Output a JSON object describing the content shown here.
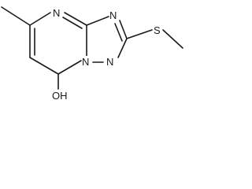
{
  "molecule": {
    "atoms": {
      "n_pyrimidine_top": "N",
      "n_triazole_right": "N",
      "n_triazole_bottom": "N",
      "n_bridgehead": "N",
      "sulfur": "S",
      "hydroxyl": "OH"
    }
  }
}
